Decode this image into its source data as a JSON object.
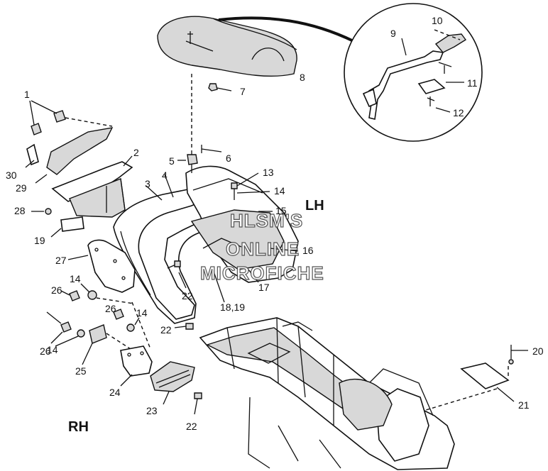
{
  "diagram": {
    "side_labels": {
      "left_hand": "LH",
      "right_hand": "RH"
    },
    "watermark": {
      "line1": "HLSM'S",
      "line2": "ONLINE",
      "line3": "MICROFICHE"
    },
    "callouts": {
      "c1": "1",
      "c2": "2",
      "c3": "3",
      "c4": "4",
      "c5": "5",
      "c6": "6",
      "c7": "7",
      "c8": "8",
      "c9": "9",
      "c10": "10",
      "c11": "11",
      "c12": "12",
      "c13": "13",
      "c14a": "14",
      "c14b": "14",
      "c14c": "14",
      "c14d": "14",
      "c15": "15",
      "c16": "16",
      "c17": "17",
      "c1819": "18,19",
      "c19": "19",
      "c20": "20",
      "c21": "21",
      "c22a": "22",
      "c22b": "22",
      "c22c": "22",
      "c23": "23",
      "c24": "24",
      "c25": "25",
      "c26a": "26",
      "c26b": "26",
      "c26c": "26",
      "c27": "27",
      "c28": "28",
      "c29": "29",
      "c30": "30"
    }
  }
}
